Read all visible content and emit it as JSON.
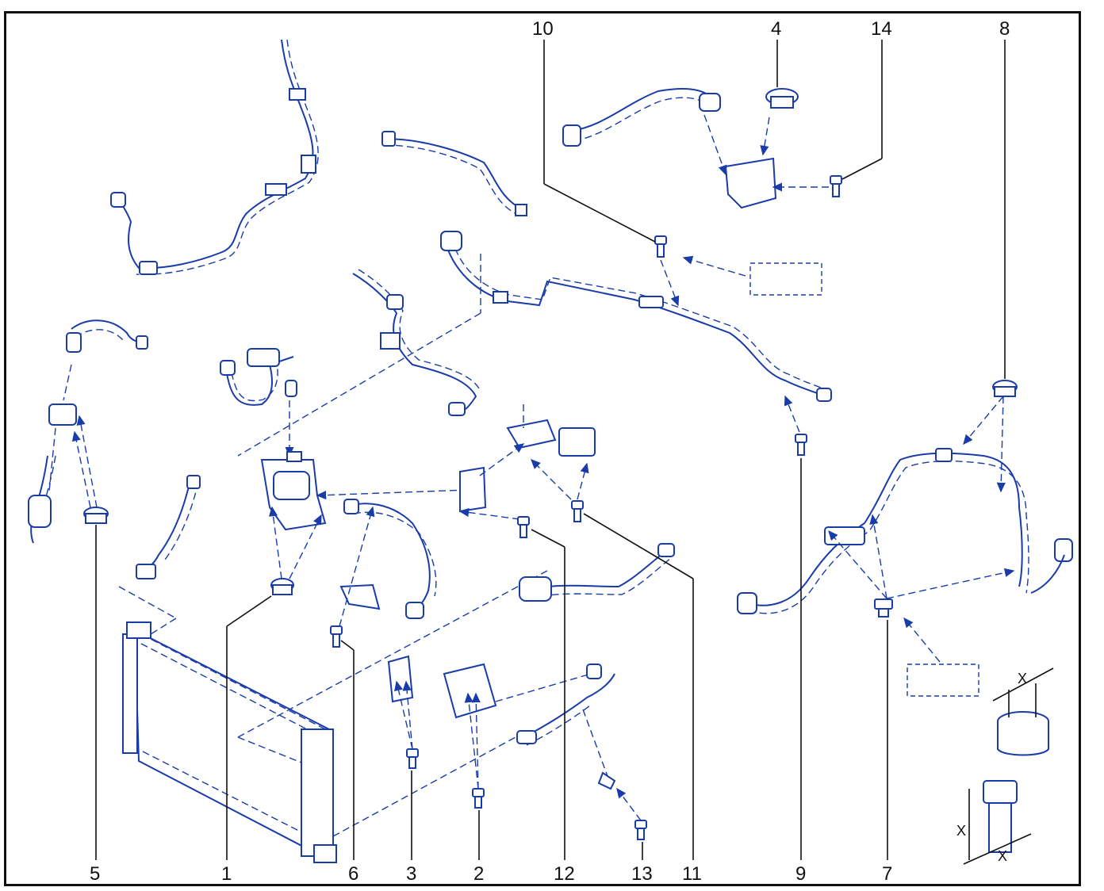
{
  "callouts": {
    "c1": "1",
    "c2": "2",
    "c3": "3",
    "c4": "4",
    "c5": "5",
    "c6": "6",
    "c7": "7",
    "c8": "8",
    "c9": "9",
    "c10": "10",
    "c11": "11",
    "c12": "12",
    "c13": "13",
    "c14": "14"
  },
  "dimension_labels": {
    "nut_x": "X",
    "bolt_x_side": "X",
    "bolt_x_bottom": "X"
  },
  "colors": {
    "line_art": "#1a3ca8",
    "frame": "#111111"
  }
}
